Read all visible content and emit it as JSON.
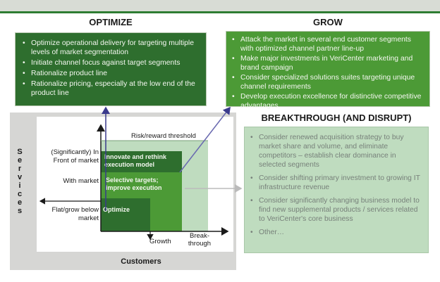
{
  "optimize": {
    "heading": "OPTIMIZE",
    "bullets": [
      "Optimize operational delivery for targeting multiple levels of  market segmentation",
      "Initiate channel focus against target segments",
      "Rationalize product line",
      "Rationalize pricing, especially at the low end of the product line"
    ]
  },
  "grow": {
    "heading": "GROW",
    "bullets": [
      "Attack the market in several  end customer segments with optimized channel partner line-up",
      "Make major investments in VeriCenter marketing and brand campaign",
      "Consider specialized solutions suites targeting unique channel requirements",
      "Develop execution excellence for distinctive competitive advantages"
    ]
  },
  "breakthrough": {
    "heading": "BREAKTHROUGH (AND DISRUPT)",
    "bullets": [
      "Consider renewed acquisition strategy to buy market share and volume, and eliminate competitors – establish clear dominance in selected segments",
      "Consider shifting primary investment to growing IT infrastructure revenue",
      "Consider significantly changing business model to find new supplemental products / services related to VeriCenter's core business",
      "Other…"
    ]
  },
  "diagram": {
    "risk_label": "Risk/reward threshold",
    "y_axis_letters": [
      "S",
      "e",
      "r",
      "v",
      "i",
      "c",
      "e",
      "s"
    ],
    "y_labels": {
      "front": "(Significantly) In Front of market",
      "with": "With market",
      "flat": "Flat/grow below market"
    },
    "x_labels": {
      "growth": "Growth",
      "breakthrough": "Break-through"
    },
    "x_axis_title": "Customers",
    "quadrants": {
      "innovate": "Innovate and rethink execution model",
      "selective": "Selective targets; improve execution",
      "optimize": "Optimize"
    }
  },
  "colors": {
    "dark_green": "#2e6e2e",
    "mid_green": "#4c9a36",
    "light_green": "#bfdcbf",
    "arrow": "#3a3a8c"
  }
}
